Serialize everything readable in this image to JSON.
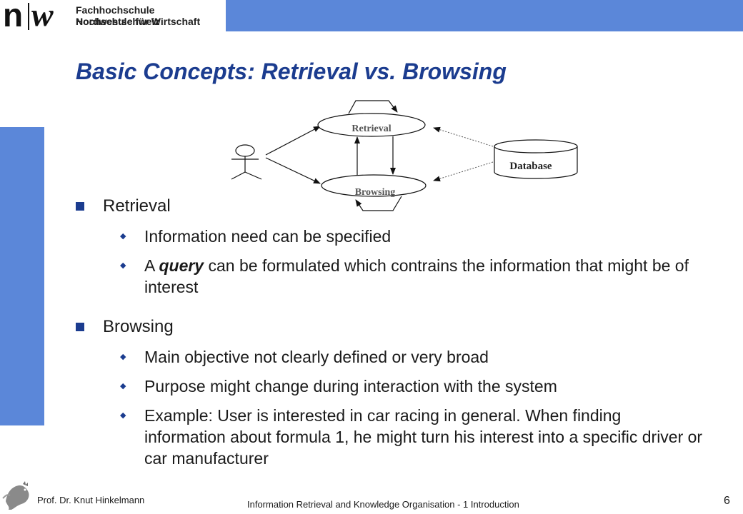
{
  "header": {
    "logo_n": "n",
    "logo_w": "w",
    "school_line1": "Fachhochschule Nordwestschweiz",
    "school_line2": "Hochschule für Wirtschaft"
  },
  "colors": {
    "accent": "#5b87d9",
    "title": "#1b3c8f"
  },
  "slide": {
    "title": "Basic Concepts: Retrieval vs. Browsing"
  },
  "diagram": {
    "retrieval_label": "Retrieval",
    "browsing_label": "Browsing",
    "database_label": "Database"
  },
  "bullets": [
    {
      "label": "Retrieval",
      "sub": [
        {
          "text": "Information need can be specified"
        },
        {
          "pre": "A ",
          "em": "query",
          "post": " can be formulated which contrains the information that might be of interest"
        }
      ]
    },
    {
      "label": "Browsing",
      "sub": [
        {
          "text": "Main objective not clearly defined or very broad"
        },
        {
          "text": "Purpose might change during interaction with the system"
        },
        {
          "text": "Example: User is interested in car racing in general. When finding information about formula 1, he might turn his interest into a specific driver or car manufacturer"
        }
      ]
    }
  ],
  "footer": {
    "author": "Prof. Dr. Knut Hinkelmann",
    "course": "Information Retrieval and Knowledge Organisation - 1 Introduction",
    "page": "6"
  }
}
